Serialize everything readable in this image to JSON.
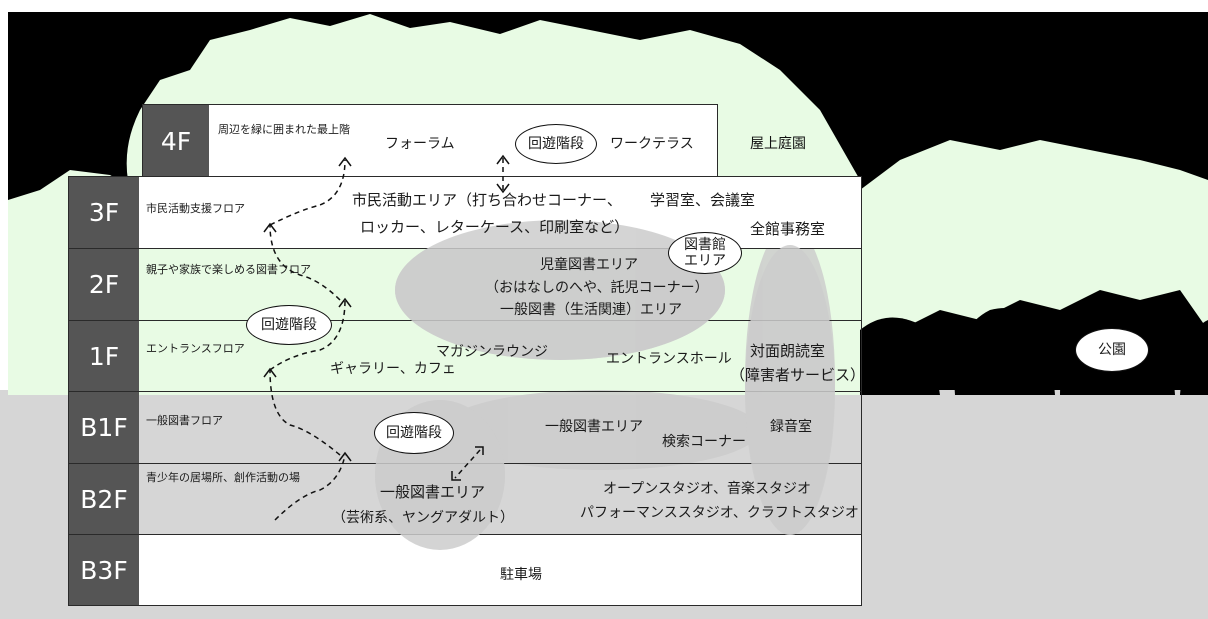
{
  "floors": [
    {
      "label": "4F",
      "subtitle": "周辺を緑に囲まれた最上階"
    },
    {
      "label": "3F",
      "subtitle": "市民活動支援フロア"
    },
    {
      "label": "2F",
      "subtitle": "親子や家族で楽しめる図書フロア"
    },
    {
      "label": "1F",
      "subtitle": "エントランスフロア"
    },
    {
      "label": "B1F",
      "subtitle": "一般図書フロア"
    },
    {
      "label": "B2F",
      "subtitle": "青少年の居場所、創作活動の場"
    },
    {
      "label": "B3F",
      "subtitle": ""
    }
  ],
  "areas": {
    "forum": "フォーラム",
    "work_terrace": "ワークテラス",
    "rooftop_garden": "屋上庭園",
    "civic_area_line1": "市民活動エリア（打ち合わせコーナー、",
    "civic_area_line2": "ロッカー、レターケース、印刷室など）",
    "study_meeting": "学習室、会議室",
    "admin_office": "全館事務室",
    "children_line1": "児童図書エリア",
    "children_line2": "（おはなしのへや、託児コーナー）",
    "children_line3": "一般図書（生活関連）エリア",
    "magazine_lounge": "マガジンラウンジ",
    "gallery_cafe": "ギャラリー、カフェ",
    "entrance_hall": "エントランスホール",
    "reading_line1": "対面朗読室",
    "reading_line2": "（障害者サービス）",
    "general_books": "一般図書エリア",
    "search_corner": "検索コーナー",
    "recording_room": "録音室",
    "b2_books_line1": "一般図書エリア",
    "b2_books_line2": "（芸術系、ヤングアダルト）",
    "studios_line1": "オープンスタジオ、音楽スタジオ",
    "studios_line2": "パフォーマンススタジオ、クラフトスタジオ",
    "parking": "駐車場"
  },
  "bubbles": {
    "stair_top": "回遊階段",
    "stair_mid": "回遊階段",
    "stair_low": "回遊階段",
    "library_line1": "図書館",
    "library_line2": "エリア",
    "park": "公園"
  },
  "colors": {
    "sky": "#000000",
    "trees": "#e8fbe4",
    "ground": "#d6d6d6",
    "floor_label_bg": "#555555",
    "library_area": "#cccccc"
  }
}
